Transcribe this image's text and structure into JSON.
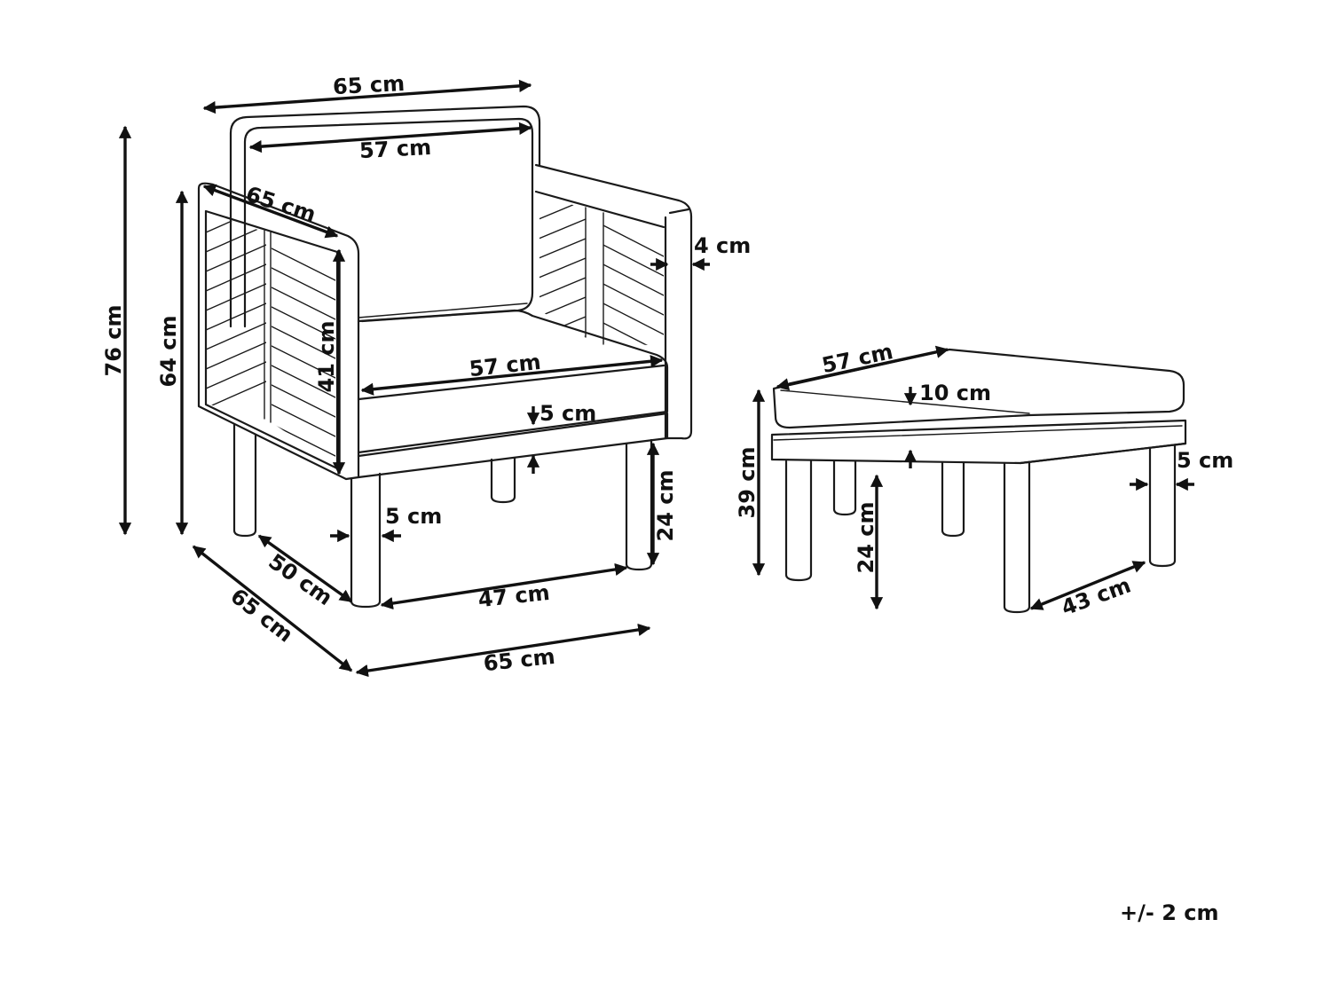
{
  "colors": {
    "ink": "#111111",
    "background": "#ffffff"
  },
  "chair": {
    "width_top": "65 cm",
    "backrest_width": "57 cm",
    "armrest_depth": "65 cm",
    "armrest_thickness": "4 cm",
    "total_height": "76 cm",
    "armrest_height": "64 cm",
    "seat_to_arm_height": "41 cm",
    "seat_width": "57 cm",
    "seat_cushion": "5 cm",
    "leg_height": "24 cm",
    "leg_width": "5 cm",
    "inner_depth": "50 cm",
    "base_depth": "65 cm",
    "inner_width": "47 cm",
    "base_width": "65 cm"
  },
  "ottoman": {
    "top_width": "57 cm",
    "cushion": "10 cm",
    "total_height": "39 cm",
    "leg_height": "24 cm",
    "leg_width": "5 cm",
    "inner_width": "43 cm"
  },
  "tolerance": "+/- 2 cm"
}
